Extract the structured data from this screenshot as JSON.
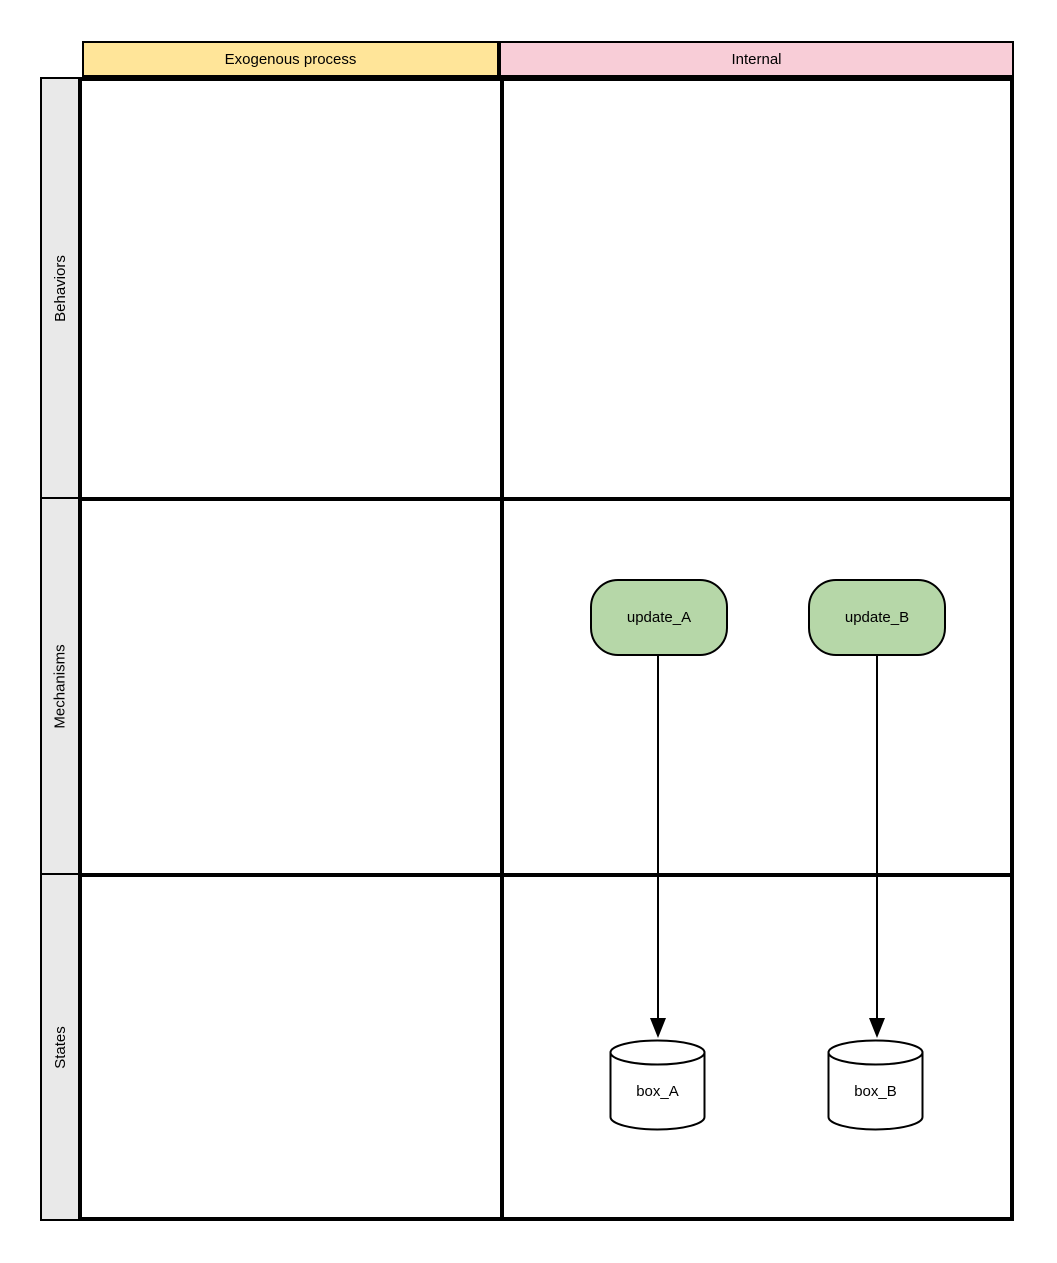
{
  "headers": {
    "columns": [
      {
        "label": "Exogenous process",
        "fill": "#ffe599"
      },
      {
        "label": "Internal",
        "fill": "#f8cdd7"
      }
    ],
    "rows": [
      {
        "label": "Behaviors"
      },
      {
        "label": "Mechanisms"
      },
      {
        "label": "States"
      }
    ]
  },
  "nodes": {
    "update_A": {
      "label": "update_A",
      "shape": "rounded-rectangle",
      "fill": "#b6d7a8",
      "row": "Mechanisms",
      "column": "Internal"
    },
    "update_B": {
      "label": "update_B",
      "shape": "rounded-rectangle",
      "fill": "#b6d7a8",
      "row": "Mechanisms",
      "column": "Internal"
    },
    "box_A": {
      "label": "box_A",
      "shape": "cylinder",
      "fill": "#ffffff",
      "row": "States",
      "column": "Internal"
    },
    "box_B": {
      "label": "box_B",
      "shape": "cylinder",
      "fill": "#ffffff",
      "row": "States",
      "column": "Internal"
    }
  },
  "edges": [
    {
      "from": "update_A",
      "to": "box_A",
      "style": "solid",
      "arrowhead": "filled-triangle",
      "direction": "down"
    },
    {
      "from": "update_B",
      "to": "box_B",
      "style": "solid",
      "arrowhead": "filled-triangle",
      "direction": "down"
    }
  ],
  "colors": {
    "grid_line": "#000000",
    "row_header_fill": "#e9e9e9",
    "background": "#ffffff",
    "node_stroke": "#000000"
  }
}
